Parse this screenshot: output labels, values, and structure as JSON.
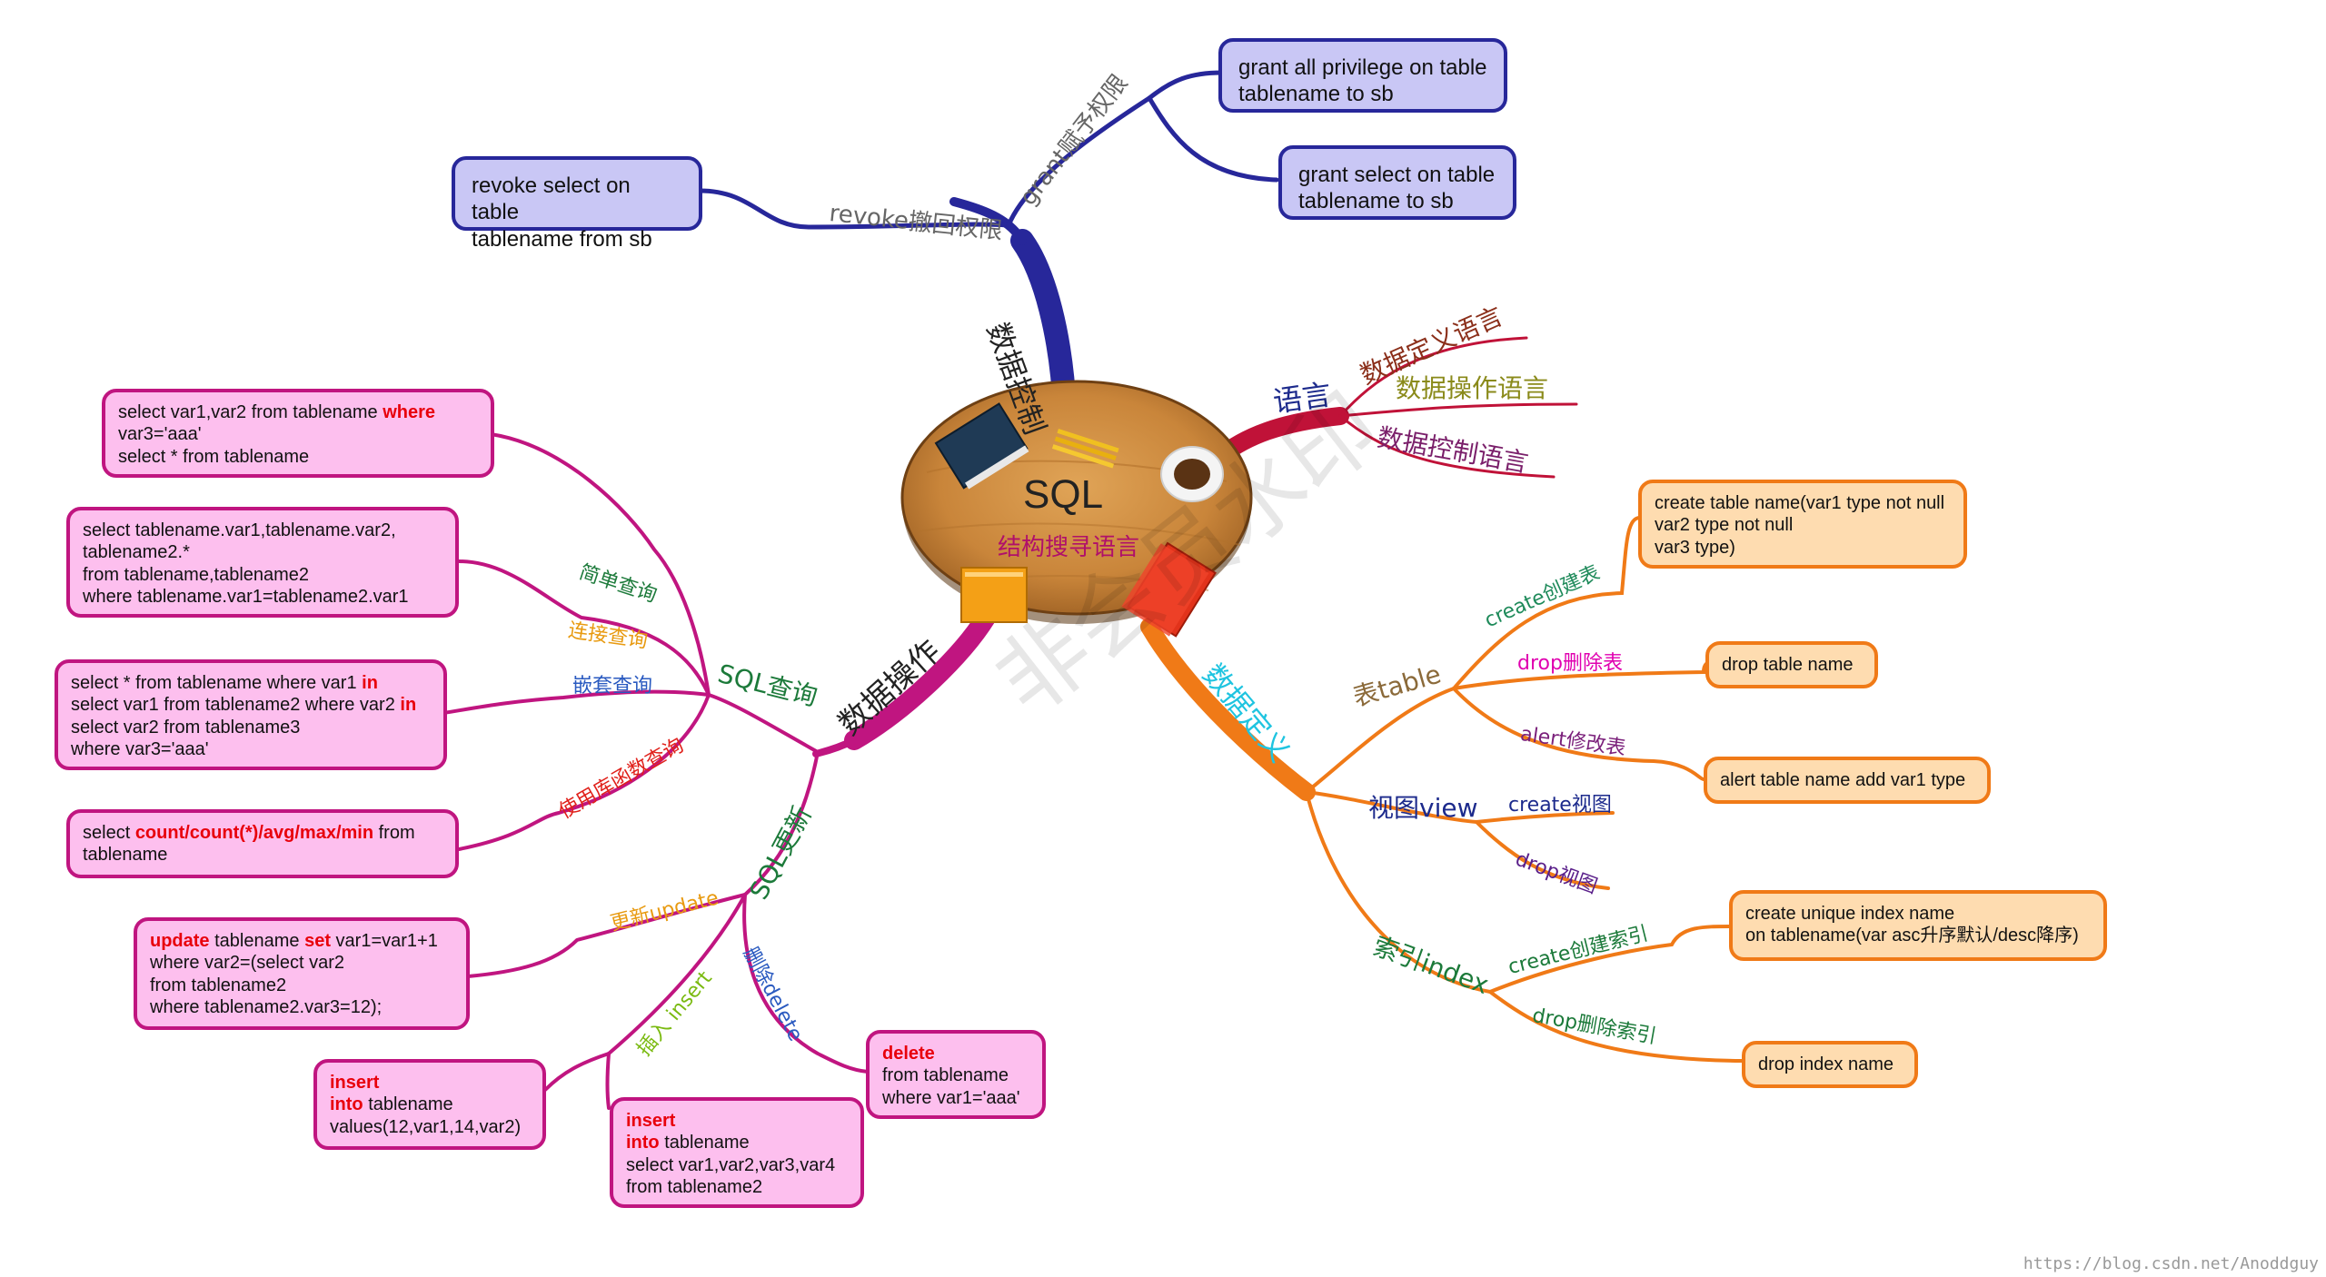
{
  "center": {
    "title": "SQL",
    "subtitle": "结构搜寻语言"
  },
  "watermark": "非会员水印",
  "credit": "https://blog.csdn.net/Anoddguy",
  "branches": {
    "control": {
      "label": "数据控制",
      "revoke": {
        "label": "revoke撤回权限",
        "box": [
          "revoke select on table",
          "tablename from sb"
        ]
      },
      "grant": {
        "label": "grant赋予权限",
        "box1": [
          "grant all privilege on table",
          "tablename to sb"
        ],
        "box2": [
          "grant select on table",
          "tablename to sb"
        ]
      }
    },
    "language": {
      "label": "语言",
      "items": [
        "数据定义语言",
        "数据操作语言",
        "数据控制语言"
      ]
    },
    "definition": {
      "label": "数据定义",
      "table": {
        "label": "表table",
        "create_label": "create创建表",
        "create_box": [
          "create table name(var1 type not null",
          "var2 type not null",
          "var3 type)"
        ],
        "drop_label": "drop删除表",
        "drop_box": "drop table name",
        "alter_label": "alert修改表",
        "alter_box": "alert table name add var1 type"
      },
      "view": {
        "label": "视图view",
        "create_label": "create视图",
        "drop_label": "drop视图"
      },
      "index": {
        "label": "索引index",
        "create_label": "create创建索引",
        "create_box": [
          "create unique index name",
          "on tablename(var asc升序默认/desc降序)"
        ],
        "drop_label": "drop删除索引",
        "drop_box": "drop index name"
      }
    },
    "operation": {
      "label": "数据操作",
      "query": {
        "label": "SQL查询",
        "simple_label": "简单查询",
        "join_label": "连接查询",
        "nested_label": "嵌套查询",
        "func_label": "使用库函数查询",
        "simple_box": {
          "l1a": "select var1,var2 from tablename ",
          "l1kw": "where",
          "l2": "var3='aaa'",
          "l3": "select * from tablename"
        },
        "join_box": [
          "select tablename.var1,tablename.var2,",
          "tablename2.*",
          "from tablename,tablename2",
          "where tablename.var1=tablename2.var1"
        ],
        "nested_box": {
          "l1a": "select * from tablename where var1 ",
          "l1kw": "in",
          "l2a": "select var1 from tablename2 where var2 ",
          "l2kw": "in",
          "l3": "select var2 from tablename3",
          "l4": "where var3='aaa'"
        },
        "func_box": {
          "l1a": "select ",
          "l1kw": "count/count(*)/avg/max/min",
          "l1b": " from",
          "l2": "tablename"
        }
      },
      "update": {
        "label": "SQL更新",
        "update_label": "更新update",
        "insert_label": "插入 insert",
        "delete_label": "删除delete",
        "update_box": {
          "kw1": "update",
          "t1": " tablename ",
          "kw2": "set",
          "t2": " var1=var1+1",
          "l2": "where var2=(select var2",
          "l3": "from tablename2",
          "l4": "where tablename2.var3=12);"
        },
        "insert_box1": {
          "kw1": "insert",
          "kw2": "into",
          "t2": " tablename",
          "l3": "values(12,var1,14,var2)"
        },
        "insert_box2": {
          "kw1": "insert",
          "kw2": "into",
          "t2": " tablename",
          "l3": "select var1,var2,var3,var4",
          "l4": "from tablename2"
        },
        "delete_box": {
          "kw1": "delete",
          "l2": "from tablename",
          "l3": "where var1='aaa'"
        }
      }
    }
  },
  "colors": {
    "control": "#27279a",
    "language": "#c01238",
    "definition": "#f07a17",
    "operation": "#c01580",
    "table": "#8b6a3a"
  }
}
